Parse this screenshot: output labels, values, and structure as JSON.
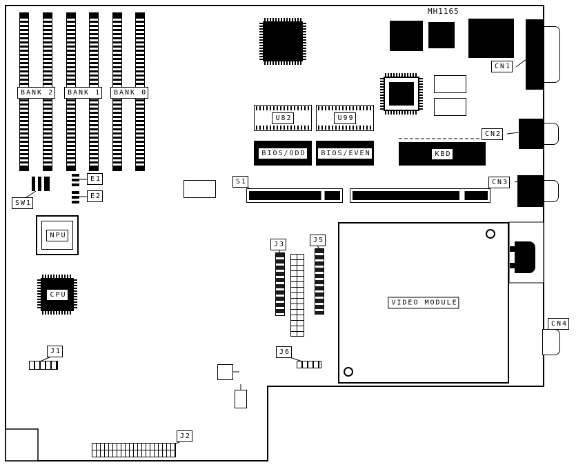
{
  "board": {
    "part_number": "MH1165",
    "labels": {
      "bank2": "BANK 2",
      "bank1": "BANK 1",
      "bank0": "BANK 0",
      "u82": "U82",
      "u99": "U99",
      "bios_odd": "BIOS/ODD",
      "bios_even": "BIOS/EVEN",
      "kbd": "KBD",
      "s1": "S1",
      "sw1": "SW1",
      "e1": "E1",
      "e2": "E2",
      "npu": "NPU",
      "cpu": "CPU",
      "j1": "J1",
      "j2": "J2",
      "j3": "J3",
      "j5": "J5",
      "j6": "J6",
      "cn1": "CN1",
      "cn2": "CN2",
      "cn3": "CN3",
      "cn4": "CN4",
      "video_module": "VIDEO MODULE"
    }
  }
}
